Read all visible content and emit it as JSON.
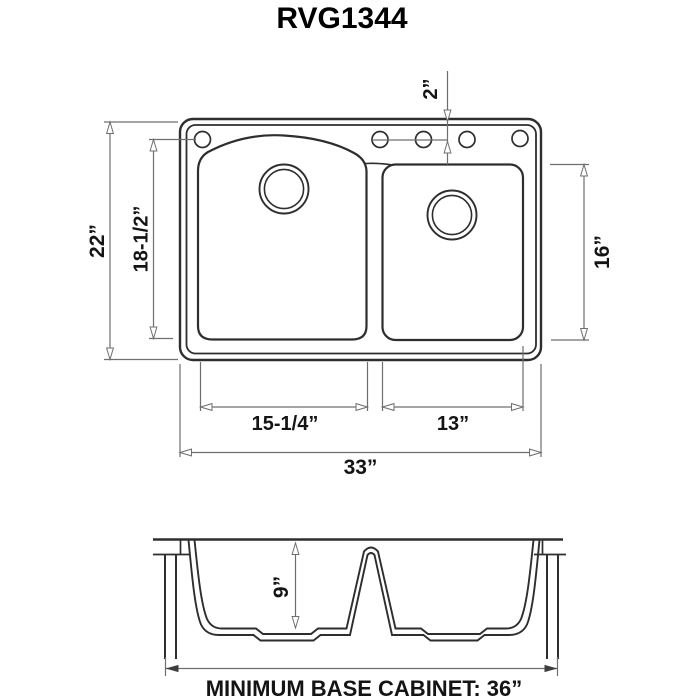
{
  "title": "RVG1344",
  "top_view": {
    "name": "top-view-plan",
    "faucet_hole_count": 5,
    "dimensions": {
      "overall_depth": "22”",
      "left_bowl_depth": "18-1/2”",
      "faucet_hole_offset": "2”",
      "right_bowl_depth": "16”",
      "left_bowl_width": "15-1/4”",
      "right_bowl_width": "13”",
      "overall_width": "33”"
    }
  },
  "section_view": {
    "name": "front-section",
    "dimensions": {
      "bowl_depth": "9”"
    },
    "caption": "MINIMUM BASE CABINET: 36”"
  },
  "colors": {
    "line_dark": "#2e2e2e",
    "line_dim": "#6f6f6f",
    "text": "#141414",
    "background": "#ffffff"
  }
}
